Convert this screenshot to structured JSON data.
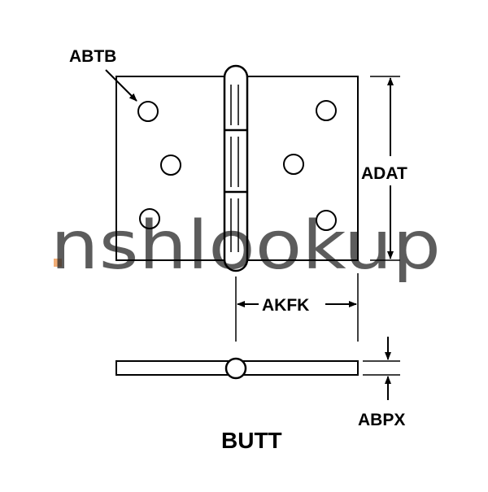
{
  "labels": {
    "hole_diameter": "ABTB",
    "leaf_height": "ADAT",
    "leaf_width": "AKFK",
    "leaf_thickness": "ABPX",
    "title": "BUTT"
  },
  "watermark": {
    "text": "nshlookup",
    "color": "#9bb2c6",
    "dot_color": "#f0a060"
  },
  "colors": {
    "line": "#000000",
    "background": "#ffffff"
  }
}
